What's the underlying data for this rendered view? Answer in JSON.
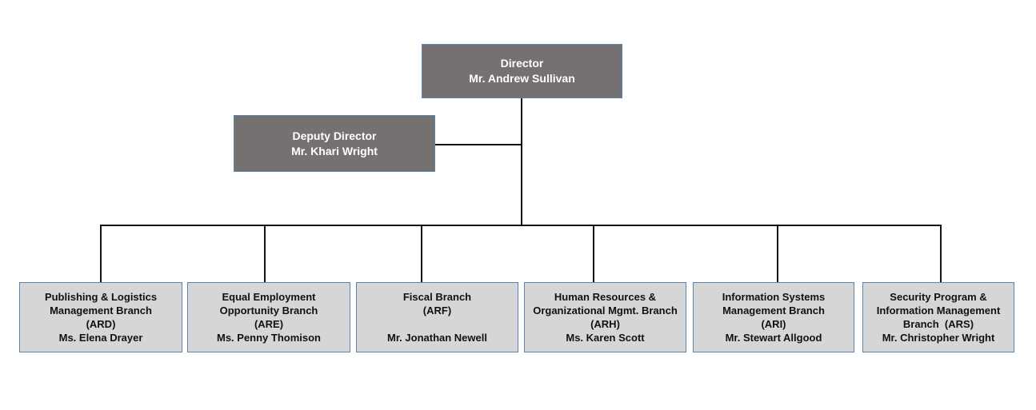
{
  "org_chart": {
    "director": {
      "title": "Director",
      "name": "Mr. Andrew Sullivan"
    },
    "deputy_director": {
      "title": "Deputy Director",
      "name": "Mr. Khari Wright"
    },
    "branches": [
      {
        "lines": [
          "Publishing & Logistics",
          "Management Branch",
          "(ARD)",
          "Ms. Elena Drayer"
        ]
      },
      {
        "lines": [
          "Equal Employment",
          "Opportunity Branch",
          "(ARE)",
          "Ms. Penny Thomison"
        ]
      },
      {
        "lines": [
          "Fiscal Branch",
          "(ARF)",
          "",
          "Mr. Jonathan Newell"
        ]
      },
      {
        "lines": [
          "Human Resources &",
          "Organizational Mgmt. Branch",
          "(ARH)",
          "Ms. Karen Scott"
        ]
      },
      {
        "lines": [
          "Information Systems",
          "Management Branch",
          "(ARI)",
          "Mr. Stewart Allgood"
        ]
      },
      {
        "lines": [
          "Security Program &",
          "Information Management",
          "Branch  (ARS)",
          "Mr. Christopher Wright"
        ]
      }
    ]
  },
  "colors": {
    "executive-box-fill": "#767171",
    "executive-box-text": "#ffffff",
    "branch-box-fill": "#d6d6d6",
    "branch-box-text": "#111111",
    "box-border": "#5b84ae",
    "connector": "#121212",
    "background": "#ffffff"
  }
}
